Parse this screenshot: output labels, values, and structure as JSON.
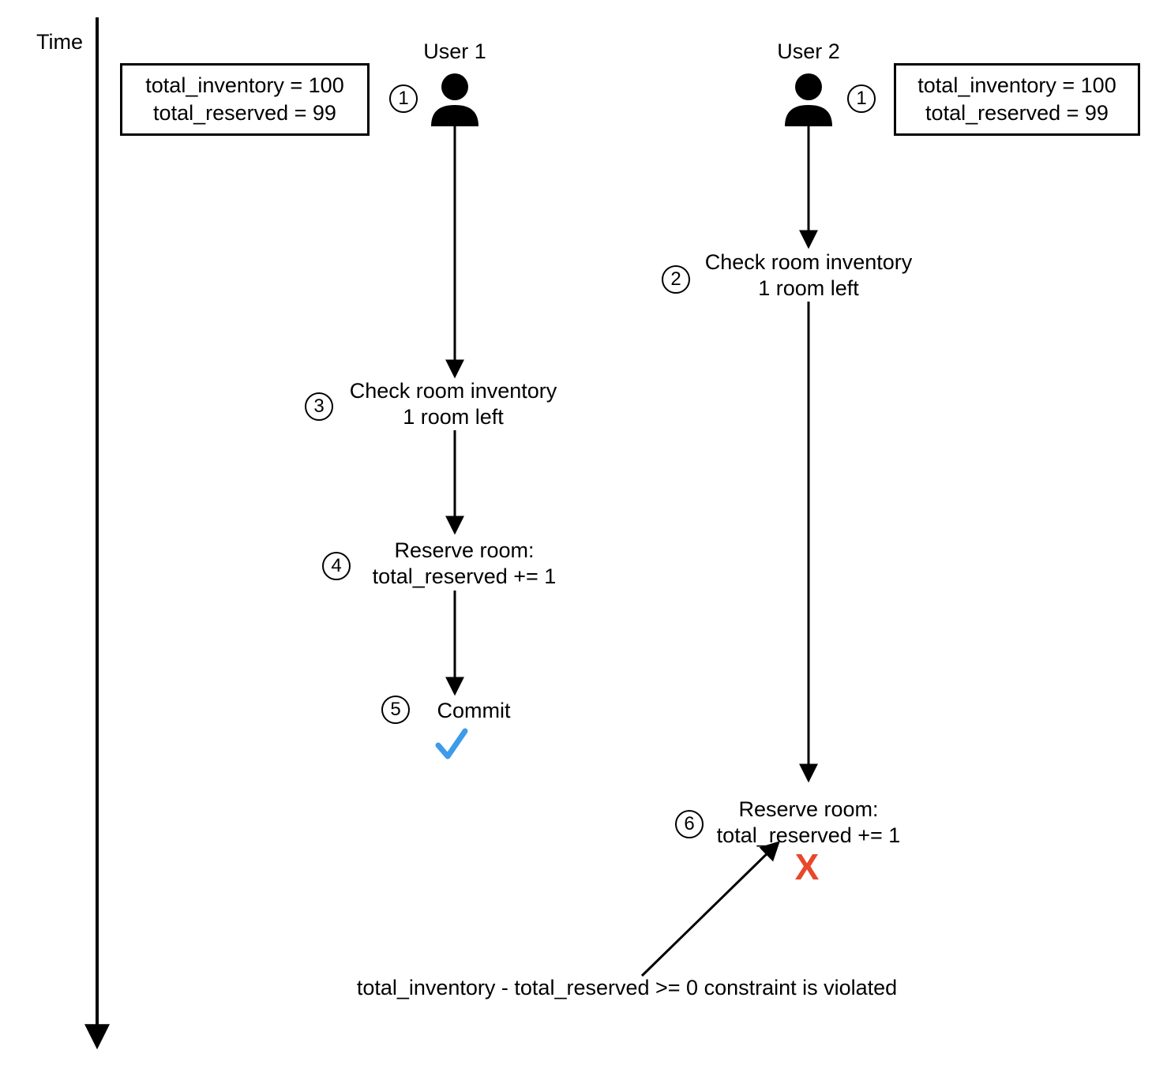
{
  "diagram": {
    "time_axis": {
      "label": "Time"
    },
    "actors": [
      {
        "id": "user1",
        "title": "User 1",
        "icon": "person-icon"
      },
      {
        "id": "user2",
        "title": "User 2",
        "icon": "person-icon"
      }
    ],
    "state_boxes": [
      {
        "id": "user1-initial-state",
        "line1": "total_inventory = 100",
        "line2": "total_reserved = 99"
      },
      {
        "id": "user2-initial-state",
        "line1": "total_inventory = 100",
        "line2": "total_reserved = 99"
      }
    ],
    "steps": [
      {
        "num": "1",
        "lane": "user1",
        "line1": "",
        "line2": ""
      },
      {
        "num": "1",
        "lane": "user2",
        "line1": "",
        "line2": ""
      },
      {
        "num": "2",
        "lane": "user2",
        "line1": "Check room inventory",
        "line2": "1 room left"
      },
      {
        "num": "3",
        "lane": "user1",
        "line1": "Check room inventory",
        "line2": "1 room left"
      },
      {
        "num": "4",
        "lane": "user1",
        "line1": "Reserve room:",
        "line2": "total_reserved += 1"
      },
      {
        "num": "5",
        "lane": "user1",
        "line1": "Commit",
        "line2": ""
      },
      {
        "num": "6",
        "lane": "user2",
        "line1": "Reserve room:",
        "line2": "total_reserved += 1"
      }
    ],
    "marks": [
      {
        "id": "commit-success",
        "glyph": "✓",
        "meaning": "check-success",
        "color": "#3D9BE9"
      },
      {
        "id": "reserve-failure",
        "glyph": "X",
        "meaning": "cross-failure",
        "color": "#E8482B"
      }
    ],
    "annotation": {
      "text": "total_inventory - total_reserved >= 0 constraint is violated"
    },
    "colors": {
      "stroke": "#000000",
      "success": "#3D9BE9",
      "failure": "#E8482B",
      "background": "#ffffff"
    }
  }
}
